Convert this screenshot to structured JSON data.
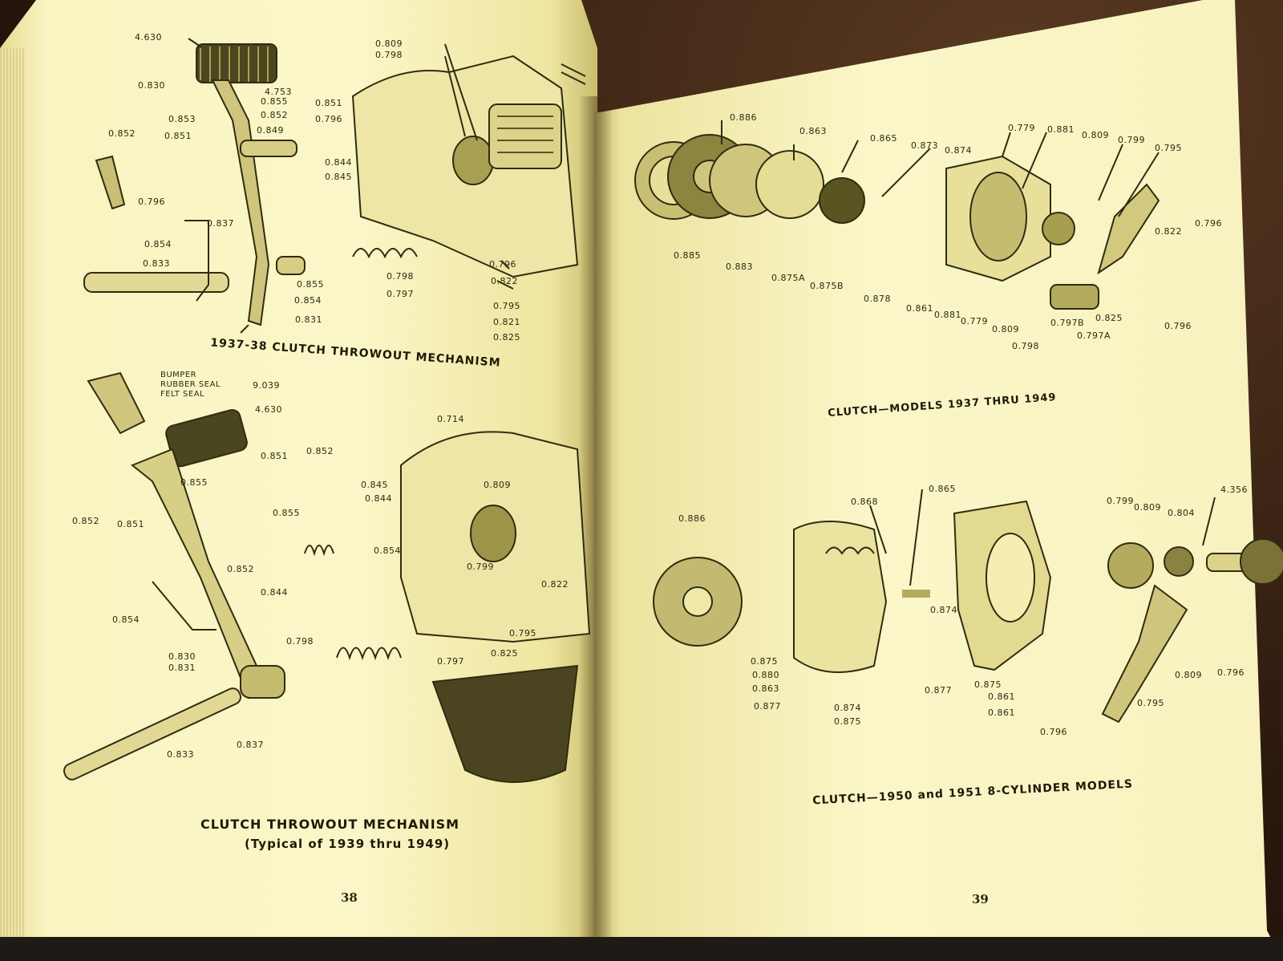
{
  "left_page": {
    "top_caption": "1937-38 CLUTCH THROWOUT MECHANISM",
    "bottom_caption": "CLUTCH THROWOUT MECHANISM",
    "bottom_subcaption": "(Typical of 1939 thru 1949)",
    "page_number": "38",
    "top_labels": [
      "4.630",
      "0.830",
      "0.853",
      "0.852",
      "0.851",
      "0.796",
      "4.753",
      "0.855",
      "0.852",
      "0.849",
      "0.851",
      "0.796",
      "0.844",
      "0.845",
      "0.809",
      "0.798",
      "0.837",
      "0.854",
      "0.833",
      "0.855",
      "0.854",
      "0.831",
      "0.798",
      "0.797",
      "0.796",
      "0.822",
      "0.795",
      "0.821",
      "0.825"
    ],
    "bottom_labels": [
      "BUMPER",
      "RUBBER SEAL",
      "FELT SEAL",
      "9.039",
      "4.630",
      "0.714",
      "0.851",
      "0.852",
      "0.855",
      "0.845",
      "0.844",
      "0.855",
      "0.852",
      "0.851",
      "0.852",
      "0.809",
      "0.854",
      "0.799",
      "0.822",
      "0.844",
      "0.854",
      "0.795",
      "0.798",
      "0.830",
      "0.831",
      "0.797",
      "0.825",
      "0.833",
      "0.837"
    ]
  },
  "right_page": {
    "top_caption": "CLUTCH—MODELS 1937 THRU 1949",
    "bottom_caption": "CLUTCH—1950 and 1951 8-CYLINDER MODELS",
    "page_number": "39",
    "top_labels": [
      "0.886",
      "0.863",
      "0.865",
      "0.873",
      "0.874",
      "0.779",
      "0.881",
      "0.809",
      "0.799",
      "0.795",
      "0.822",
      "0.796",
      "0.885",
      "0.883",
      "0.875A",
      "0.875B",
      "0.878",
      "0.861",
      "0.881",
      "0.779",
      "0.809",
      "0.797B",
      "0.825",
      "0.798",
      "0.797A",
      "0.796"
    ],
    "bottom_labels": [
      "0.865",
      "0.868",
      "0.886",
      "0.799",
      "0.809",
      "0.804",
      "4.356",
      "0.874",
      "0.875",
      "0.880",
      "0.863",
      "0.877",
      "0.874",
      "0.875",
      "0.877",
      "0.875",
      "0.861",
      "0.861",
      "0.796",
      "0.809",
      "0.796",
      "0.795"
    ]
  }
}
